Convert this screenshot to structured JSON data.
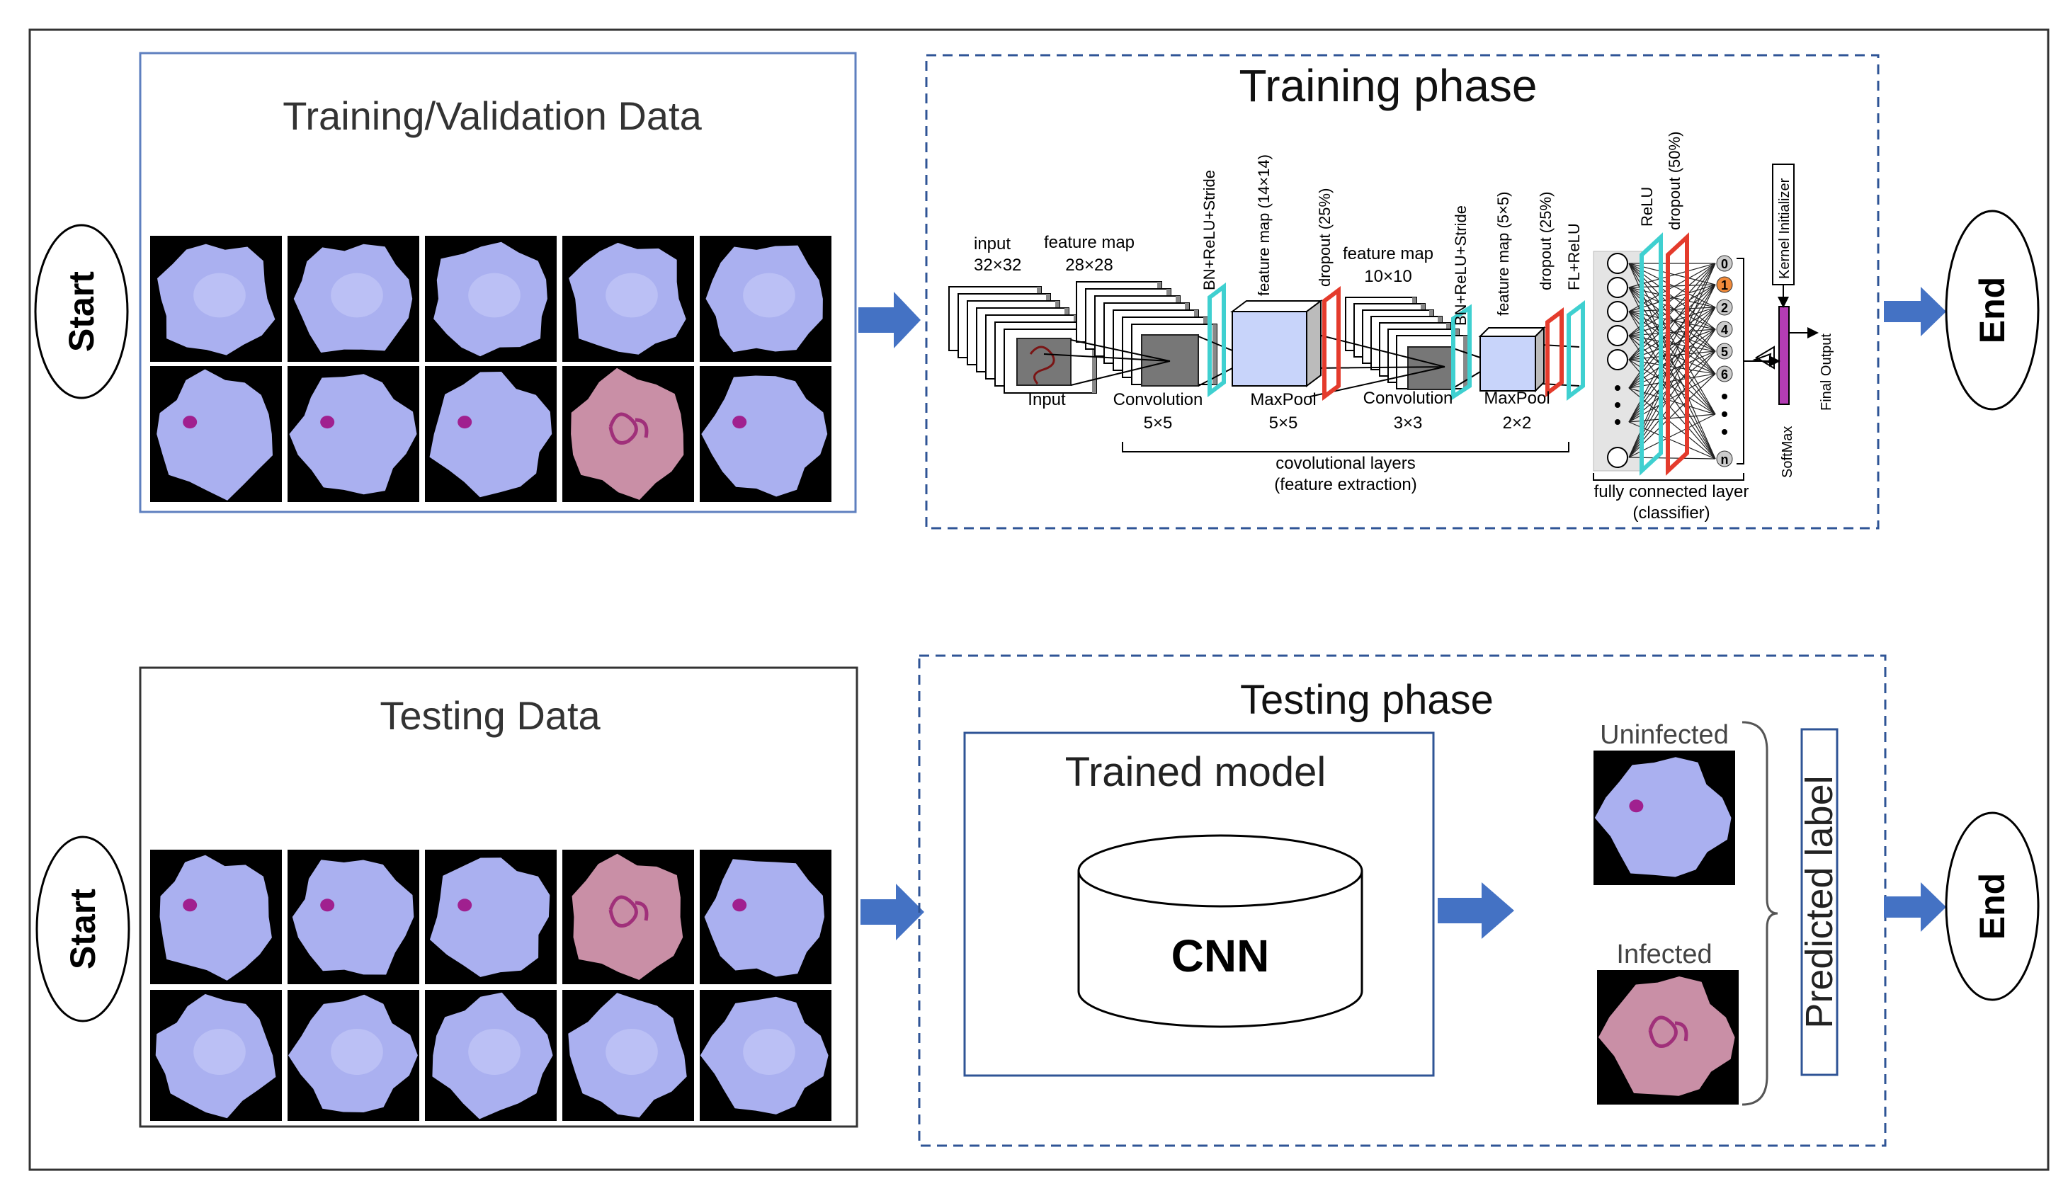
{
  "start_label": "Start",
  "end_label": "End",
  "training_data": {
    "title": "Training/Validation Data"
  },
  "testing_data": {
    "title": "Testing Data"
  },
  "training_phase": {
    "title": "Training phase",
    "labels": {
      "input_size_a": "input",
      "input_size_b": "32×32",
      "fm1_a": "feature map",
      "fm1_b": "28×28",
      "fm2_a": "feature map",
      "fm2_b": "10×10",
      "input": "Input",
      "conv1_a": "Convolution",
      "conv1_b": "5×5",
      "maxpool1_a": "MaxPool",
      "maxpool1_b": "5×5",
      "conv2_a": "Convolution",
      "conv2_b": "3×3",
      "maxpool2_a": "MaxPool",
      "maxpool2_b": "2×2",
      "conv_layers_a": "covolutional layers",
      "conv_layers_b": "(feature extraction)",
      "fc_a": "fully connected layer",
      "fc_b": "(classifier)",
      "bn1": "BN+ReLU+Stride",
      "fm14": "feature map (14×14)",
      "dropout25a": "dropout (25%)",
      "bn2": "BN+ReLU+Stride",
      "fm55": "feature map (5×5)",
      "dropout25b": "dropout (25%)",
      "fl_relu": "FL+ReLU",
      "relu": "ReLU",
      "dropout50": "dropout (50%)",
      "kernel_init": "Kernel Initializer",
      "softmax": "SoftMax",
      "final_output": "Final Output"
    },
    "output_nodes": [
      "0",
      "1",
      "2",
      "4",
      "5",
      "6",
      "n"
    ]
  },
  "testing_phase": {
    "title": "Testing phase",
    "trained_model": "Trained model",
    "cnn": "CNN",
    "uninfected": "Uninfected",
    "infected": "Infected",
    "predicted_label": "Predicted label"
  },
  "colors": {
    "arrow": "#4472c4",
    "teal": "#3fd0d0",
    "red": "#e43b2c",
    "cell_blue": "#aab0f0",
    "cell_pink": "#c98fa6"
  }
}
